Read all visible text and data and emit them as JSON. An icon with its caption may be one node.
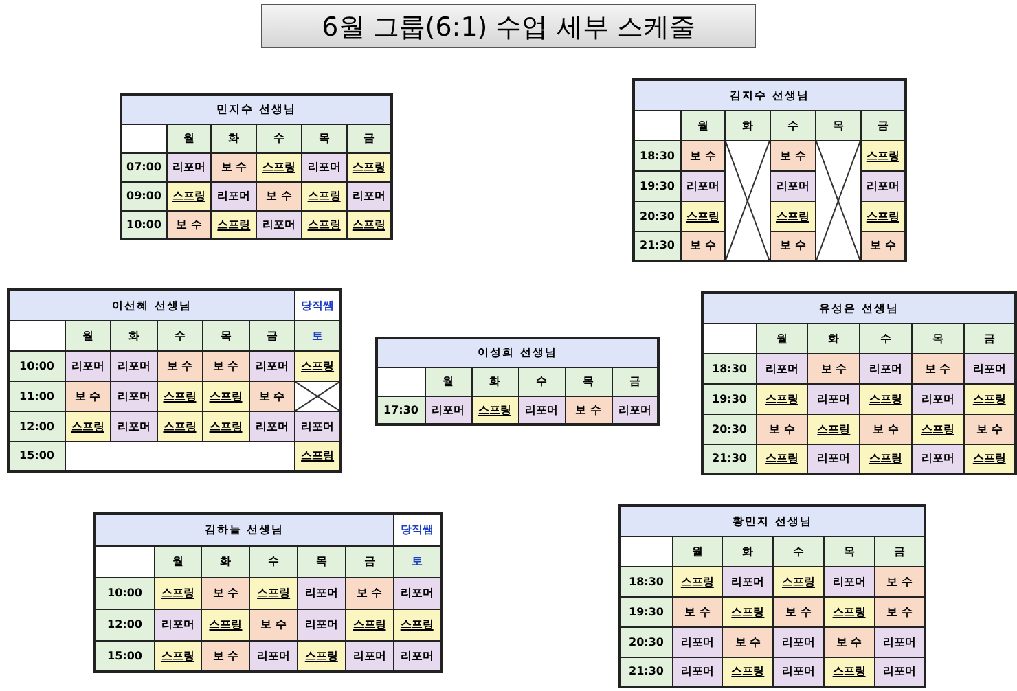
{
  "diagram": {
    "title": "6월 그룹(6:1) 수업 세부 스케줄",
    "nodes": [
      {
        "text": [
          "민지수 선생님"
        ]
      },
      {
        "text": [
          "김지수 선생님"
        ]
      },
      {
        "text": [
          "이선혜 선생님",
          "당직쌤"
        ]
      },
      {
        "text": [
          "이성희 선생님"
        ]
      },
      {
        "text": [
          "유성은 선생님"
        ]
      },
      {
        "text": [
          "김하늘 선생님",
          "당직쌤"
        ]
      },
      {
        "text": [
          "황민지 선생님"
        ]
      }
    ],
    "labels": [
      "월",
      "화",
      "수",
      "목",
      "금",
      "07:00",
      "리포머",
      "보 수",
      "스프링",
      "리포머",
      "스프링",
      "09:00",
      "스프링",
      "리포머",
      "보 수",
      "스프링",
      "리포머",
      "10:00",
      "보 수",
      "스프링",
      "리포머",
      "스프링",
      "스프링",
      "월",
      "화",
      "수",
      "목",
      "금",
      "18:30",
      "보 수",
      "보 수",
      "스프링",
      "19:30",
      "리포머",
      "리포머",
      "리포머",
      "20:30",
      "스프링",
      "스프링",
      "스프링",
      "21:30",
      "보 수",
      "보 수",
      "보 수",
      "월",
      "화",
      "수",
      "목",
      "금",
      "토",
      "10:00",
      "리포머",
      "리포머",
      "보 수",
      "보 수",
      "리포머",
      "스프링",
      "11:00",
      "보 수",
      "리포머",
      "스프링",
      "스프링",
      "보 수",
      "12:00",
      "스프링",
      "리포머",
      "스프링",
      "스프링",
      "리포머",
      "리포머",
      "15:00",
      "스프링",
      "월",
      "화",
      "수",
      "목",
      "금",
      "17:30",
      "리포머",
      "스프링",
      "리포머",
      "보 수",
      "리포머",
      "월",
      "화",
      "수",
      "목",
      "금",
      "18:30",
      "리포머",
      "보 수",
      "리포머",
      "보 수",
      "리포머",
      "19:30",
      "스프링",
      "리포머",
      "스프링",
      "리포머",
      "스프링",
      "20:30",
      "보 수",
      "스프링",
      "보 수",
      "스프링",
      "보 수",
      "21:30",
      "스프링",
      "리포머",
      "스프링",
      "리포머",
      "스프링",
      "월",
      "화",
      "수",
      "목",
      "금",
      "토",
      "10:00",
      "스프링",
      "보 수",
      "스프링",
      "리포머",
      "보 수",
      "리포머",
      "12:00",
      "리포머",
      "스프링",
      "보 수",
      "리포머",
      "스프링",
      "스프링",
      "15:00",
      "스프링",
      "보 수",
      "리포머",
      "스프링",
      "리포머",
      "리포머",
      "월",
      "화",
      "수",
      "목",
      "금",
      "18:30",
      "스프링",
      "리포머",
      "스프링",
      "리포머",
      "보 수",
      "19:30",
      "보 수",
      "스프링",
      "보 수",
      "스프링",
      "보 수",
      "20:30",
      "리포머",
      "보 수",
      "리포머",
      "보 수",
      "리포머",
      "21:30",
      "리포머",
      "스프링",
      "리포머",
      "스프링",
      "리포머"
    ]
  }
}
